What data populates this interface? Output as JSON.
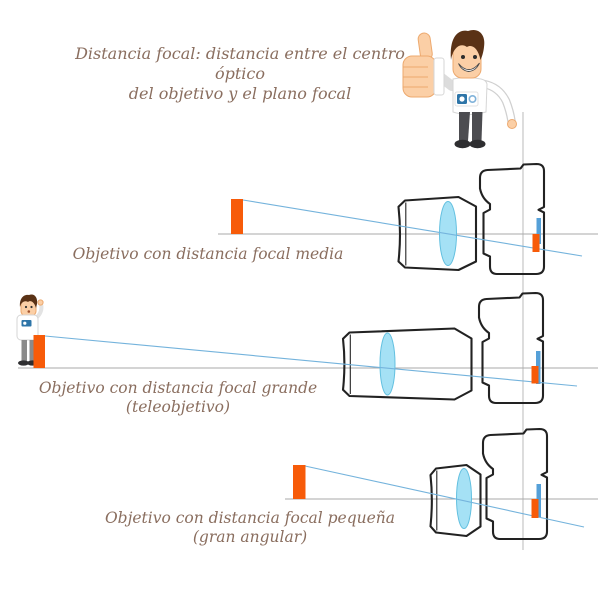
{
  "title": {
    "line1": "Distancia focal: distancia entre el centro óptico",
    "line2": "del objetivo y el plano focal"
  },
  "sections": [
    {
      "label": "Objetivo con distancia focal media",
      "sublabel": ""
    },
    {
      "label": "Objetivo con distancia focal grande",
      "sublabel": "(teleobjetivo)"
    },
    {
      "label": "Objetivo con distancia focal pequeña",
      "sublabel": "(gran angular)"
    }
  ],
  "icons": {
    "thumbs_up_man": "cartoon man giving thumbs up, white t-shirt with camera logo",
    "confused_man": "small cartoon man scratching head beside subject bar",
    "camera_medium": "DSLR side profile with medium lens",
    "camera_tele": "DSLR side profile with long telephoto lens",
    "camera_wide": "DSLR side profile with short wide-angle lens",
    "camera_logo_badge": "blue camera logo on shirt",
    "object_bar": "orange subject bar",
    "sensor_mark": "blue sensor mark at focal plane",
    "image_mark": "orange inverted image mark",
    "light_ray": "blue light ray through optical centre",
    "optical_axis": "gray horizontal optical axis",
    "focal_plane_line": "gray vertical focal plane line"
  },
  "colors": {
    "text": "#8a6e5f",
    "object_orange": "#f75b09",
    "sensor_blue": "#55a0d8",
    "ray_blue": "#74b3dc",
    "lens_fill": "#a5e1f5",
    "lens_stroke": "#63c0e0",
    "axis_gray": "#a9a9a9",
    "plane_gray": "#c6c6c6",
    "camera_outline": "#222222"
  }
}
